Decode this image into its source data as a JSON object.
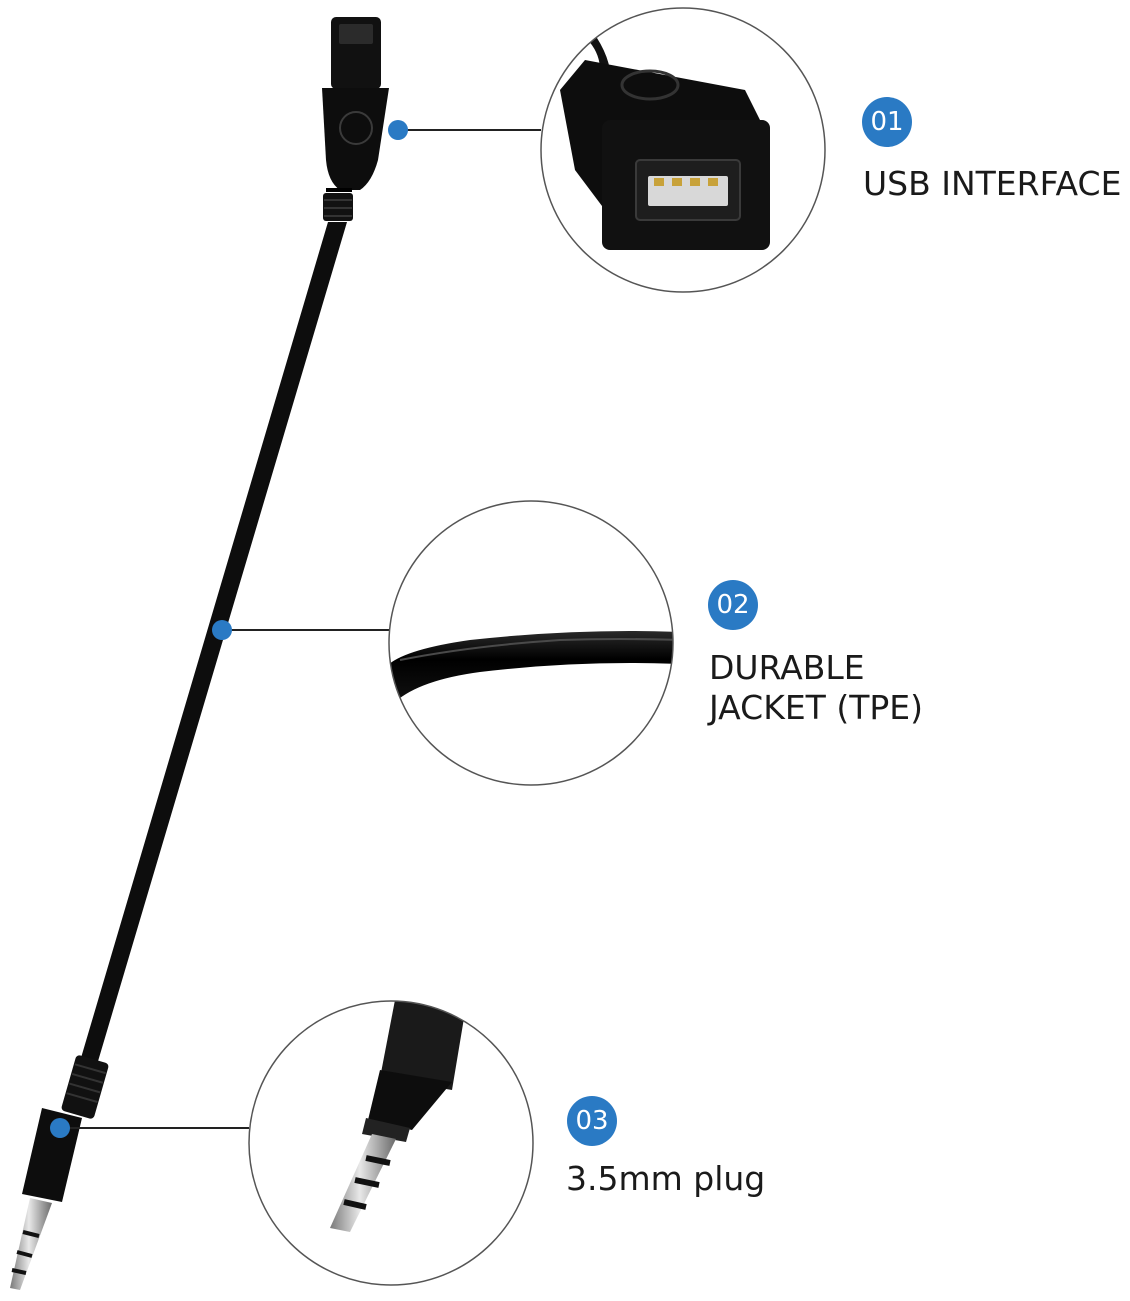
{
  "callouts": [
    {
      "number": "01",
      "label": "USB INTERFACE",
      "lines": [
        "USB INTERFACE"
      ]
    },
    {
      "number": "02",
      "label": "DURABLE JACKET (TPE)",
      "lines": [
        "DURABLE",
        "JACKET (TPE)"
      ]
    },
    {
      "number": "03",
      "label": "3.5mm plug",
      "lines": [
        "3.5mm plug"
      ]
    }
  ],
  "colors": {
    "accent": "#2a7ac4",
    "cable": "#0d0d0d",
    "leader_line": "#222222",
    "circle_outline": "#555555",
    "text": "#1a1a1a"
  }
}
